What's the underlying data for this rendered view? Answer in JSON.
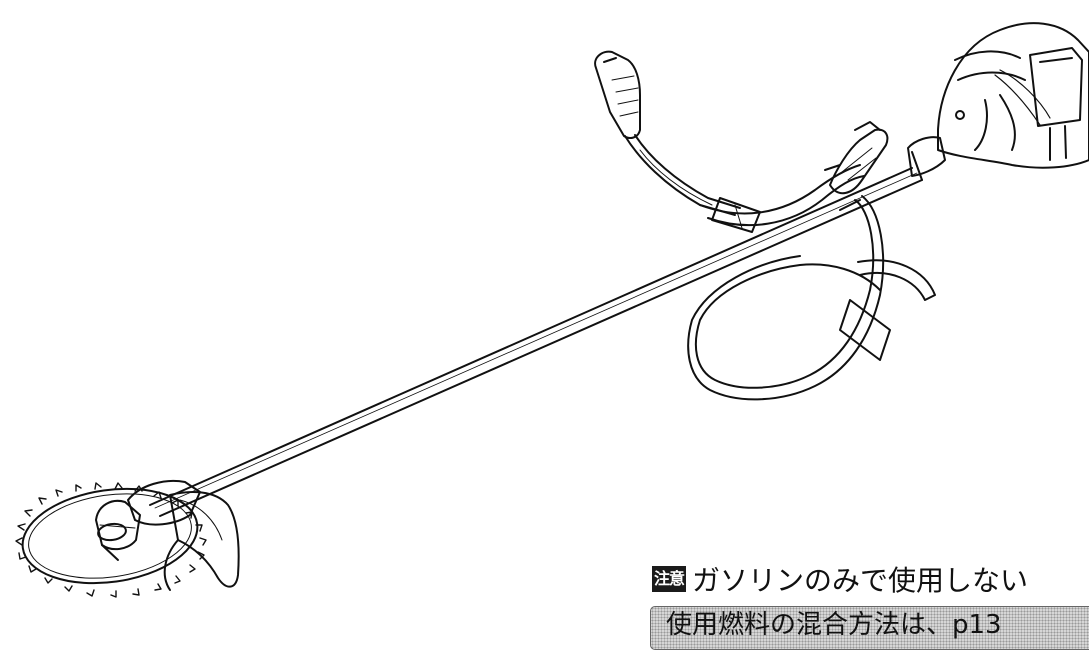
{
  "notice": {
    "badge": "注意",
    "text": "ガソリンのみで使用しない"
  },
  "info_box": {
    "text": "使用燃料の混合方法は、p13"
  }
}
